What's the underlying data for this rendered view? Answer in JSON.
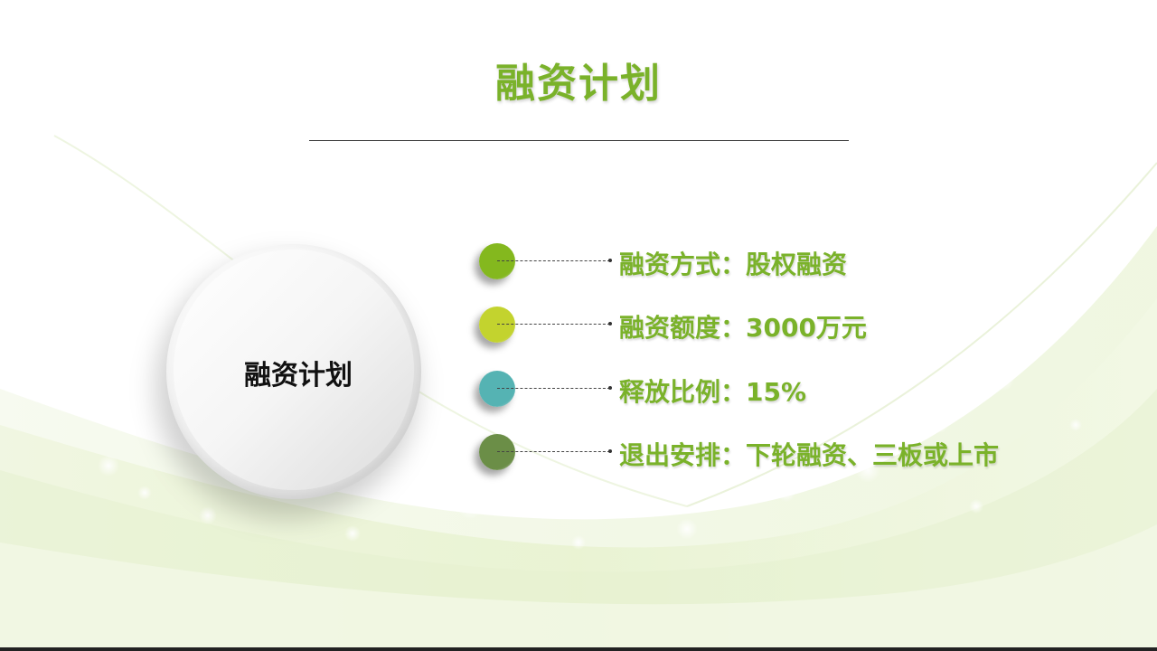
{
  "slide": {
    "title": "融资计划",
    "circle_label": "融资计划",
    "colors": {
      "title": "#7ab22a",
      "item_text": "#7ab22a"
    },
    "items": [
      {
        "text": "融资方式：股权融资",
        "dot_color": "#84b81e"
      },
      {
        "text": "融资额度：3000万元",
        "dot_color": "#c3d32e"
      },
      {
        "text": "释放比例：15%",
        "dot_color": "#55b3b3"
      },
      {
        "text": "退出安排：下轮融资、三板或上市",
        "dot_color": "#6b8e47"
      }
    ]
  }
}
